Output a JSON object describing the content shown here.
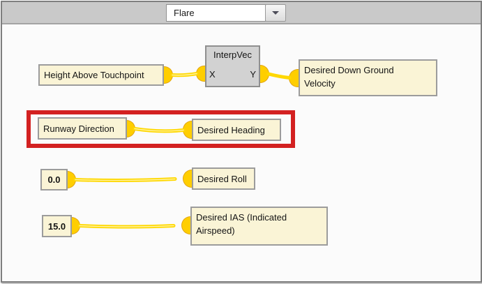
{
  "toolbar": {
    "mode_dropdown": {
      "value": "Flare",
      "icon": "chevron-down"
    }
  },
  "graph": {
    "nodes": {
      "height_above_touchpoint": {
        "label": "Height Above Touchpoint"
      },
      "interpvec": {
        "title": "InterpVec",
        "input_port": "X",
        "output_port": "Y"
      },
      "desired_down_ground_velocity": {
        "label": "Desired Down Ground Velocity"
      },
      "runway_direction": {
        "label": "Runway Direction"
      },
      "desired_heading": {
        "label": "Desired Heading"
      },
      "roll_constant": {
        "label": "0.0"
      },
      "desired_roll": {
        "label": "Desired Roll"
      },
      "ias_constant": {
        "label": "15.0"
      },
      "desired_ias": {
        "label": "Desired IAS (Indicated Airspeed)"
      }
    },
    "connections": [
      {
        "from": "Height Above Touchpoint",
        "to": "InterpVec.X"
      },
      {
        "from": "InterpVec.Y",
        "to": "Desired Down Ground Velocity"
      },
      {
        "from": "Runway Direction",
        "to": "Desired Heading"
      },
      {
        "from": "0.0",
        "to": "Desired Roll"
      },
      {
        "from": "15.0",
        "to": "Desired IAS (Indicated Airspeed)"
      }
    ],
    "colors": {
      "wire": "#FFD800",
      "wire_highlight": "#FFF2A0",
      "port": "#FFCE00",
      "node_fill": "#FAF4D6",
      "node_border": "#9C9C9C",
      "operator_fill": "#D2D2D2",
      "selection_highlight": "#D32121"
    }
  }
}
